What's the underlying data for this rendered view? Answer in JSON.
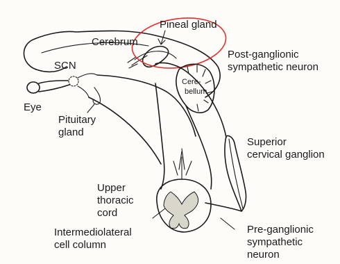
{
  "labels": {
    "cerebrum": "Cerebrum",
    "pineal_gland": "Pineal gland",
    "post_ganglionic": "Post-ganglionic",
    "sympathetic_neuron_1": "sympathetic neuron",
    "scn": "SCN",
    "cerebellum_1": "Cere-",
    "cerebellum_2": "bellum",
    "eye": "Eye",
    "pituitary": "Pituitary",
    "gland": "gland",
    "superior": "Superior",
    "cervical_ganglion": "cervical ganglion",
    "upper": "Upper",
    "thoracic": "thoracic",
    "cord": "cord",
    "intermediolateral": "Intermediolateral",
    "cell_column": "cell column",
    "pre_ganglionic": "Pre-ganglionic",
    "sympathetic": "sympathetic",
    "neuron": "neuron"
  },
  "colors": {
    "ink": "#1a1a1a",
    "highlight": "#e03131"
  }
}
